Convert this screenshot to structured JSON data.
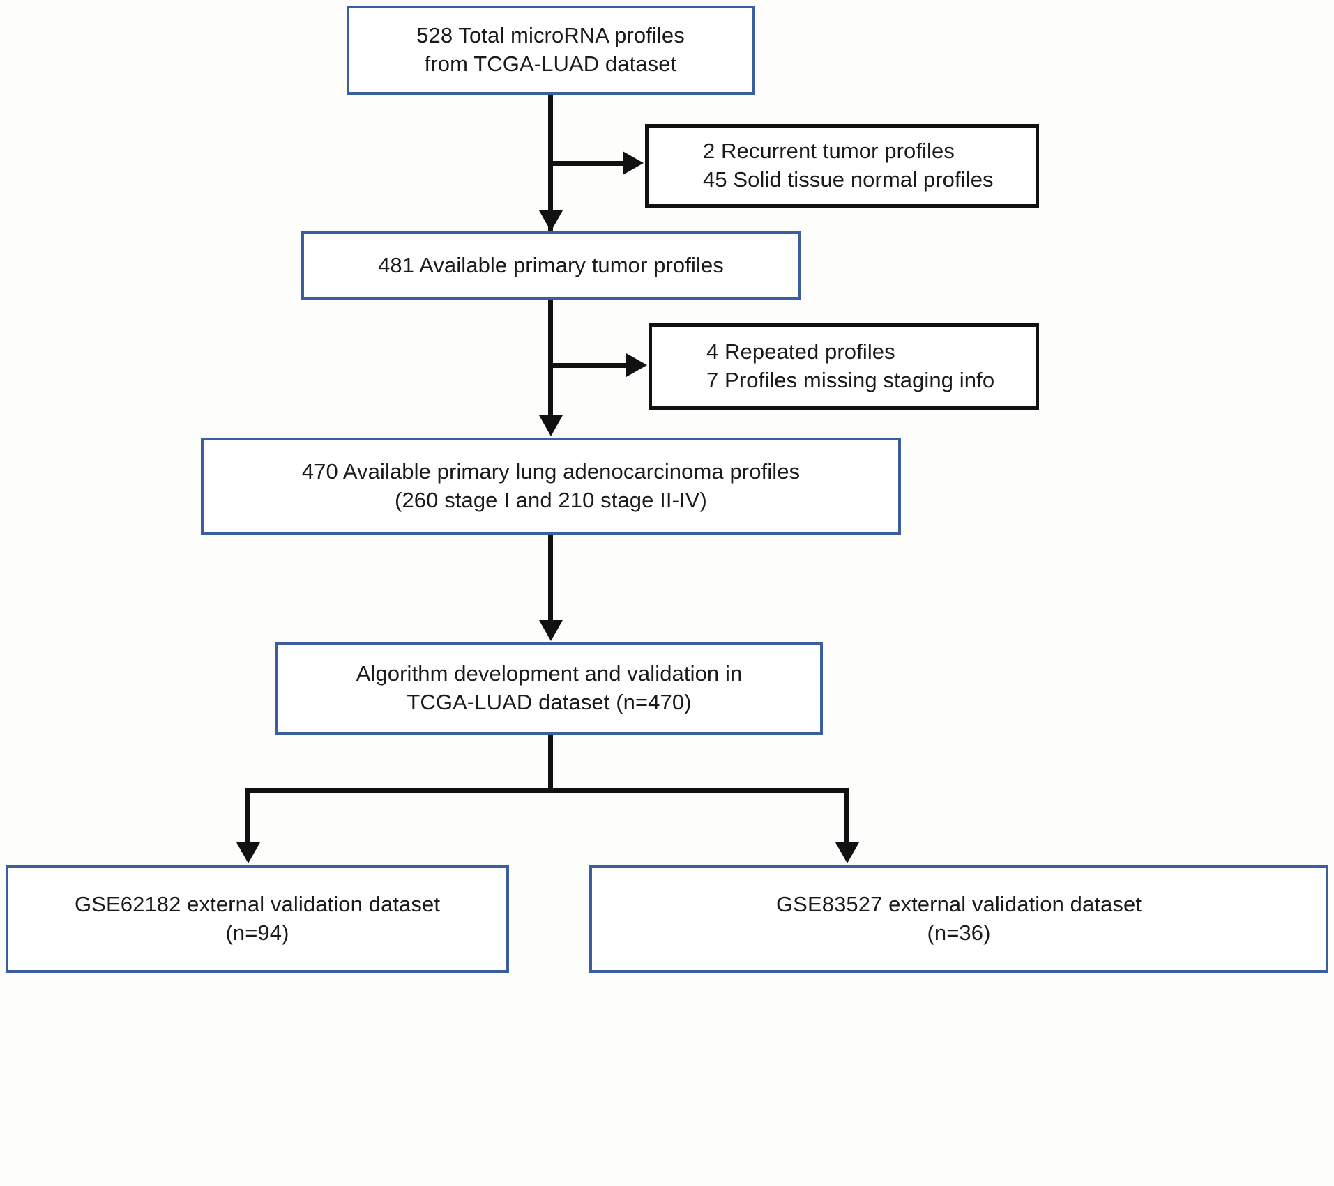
{
  "figure": {
    "type": "flowchart",
    "orientation": "top-to-bottom",
    "colors": {
      "primary_box_border": "#3b5f9e",
      "exclusion_box_border": "#111111",
      "connector": "#111111",
      "text": "#1a1a1a",
      "background": "#ffffff"
    },
    "nodes": [
      {
        "id": "source",
        "kind": "primary",
        "border_color": "#3b5f9e",
        "line1": "528 Total microRNA profiles",
        "line2": "from TCGA-LUAD dataset"
      },
      {
        "id": "exclusion-1",
        "kind": "exclusion",
        "border_color": "#111111",
        "line1": "2 Recurrent tumor profiles",
        "line2": "45 Solid tissue normal profiles"
      },
      {
        "id": "primary-tumor",
        "kind": "primary",
        "border_color": "#3b5f9e",
        "line1": "481 Available primary tumor profiles",
        "line2": ""
      },
      {
        "id": "exclusion-2",
        "kind": "exclusion",
        "border_color": "#111111",
        "line1": "4 Repeated profiles",
        "line2": "7 Profiles missing staging info"
      },
      {
        "id": "luad-profiles",
        "kind": "primary",
        "border_color": "#3b5f9e",
        "line1": "470 Available primary lung adenocarcinoma profiles",
        "line2": "(260 stage I and 210 stage II-IV)"
      },
      {
        "id": "algorithm",
        "kind": "primary",
        "border_color": "#3b5f9e",
        "line1": "Algorithm development and validation in",
        "line2": "TCGA-LUAD dataset (n=470)"
      },
      {
        "id": "validation-gse62182",
        "kind": "primary",
        "border_color": "#3b5f9e",
        "line1": "GSE62182 external validation dataset",
        "line2": "(n=94)"
      },
      {
        "id": "validation-gse83527",
        "kind": "primary",
        "border_color": "#3b5f9e",
        "line1": "GSE83527 external validation dataset",
        "line2": "(n=36)"
      }
    ],
    "edges": [
      {
        "from": "source",
        "to": "exclusion-1",
        "style": "elbow-right-arrow"
      },
      {
        "from": "source",
        "to": "primary-tumor",
        "style": "straight-down-arrow"
      },
      {
        "from": "primary-tumor",
        "to": "exclusion-2",
        "style": "elbow-right-arrow"
      },
      {
        "from": "primary-tumor",
        "to": "luad-profiles",
        "style": "straight-down-arrow"
      },
      {
        "from": "luad-profiles",
        "to": "algorithm",
        "style": "straight-down-arrow"
      },
      {
        "from": "algorithm",
        "to": "validation-gse62182",
        "style": "split-down-arrow"
      },
      {
        "from": "algorithm",
        "to": "validation-gse83527",
        "style": "split-down-arrow"
      }
    ]
  }
}
